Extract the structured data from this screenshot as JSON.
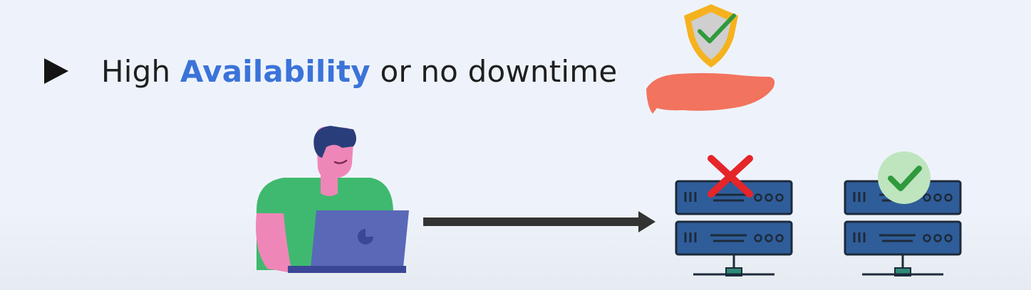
{
  "slide": {
    "bullet": {
      "text_before": "High",
      "highlight": "Availability",
      "text_after": "or no downtime"
    }
  },
  "colors": {
    "background": "#eef3fb",
    "highlight_text": "#3b73d9",
    "server_body": "#2f5d99",
    "server_stroke": "#1d2a3a",
    "fail_mark": "#e5252a",
    "ok_mark": "#2f9a3c",
    "ok_badge": "#bfe5bf",
    "hand": "#f2735e",
    "shield": "#f6b21e",
    "shirt": "#3fb96f",
    "skin": "#ef86b8",
    "hair": "#2a3d7b",
    "laptop": "#5a68b8",
    "arrow": "#333333"
  },
  "icons": {
    "bullet": "play-triangle-icon",
    "protection": "shield-check-in-hand-icon",
    "user": "person-with-laptop-icon",
    "connection": "arrow-right-icon",
    "server_down": "server-failed-icon",
    "server_up": "server-ok-icon"
  }
}
